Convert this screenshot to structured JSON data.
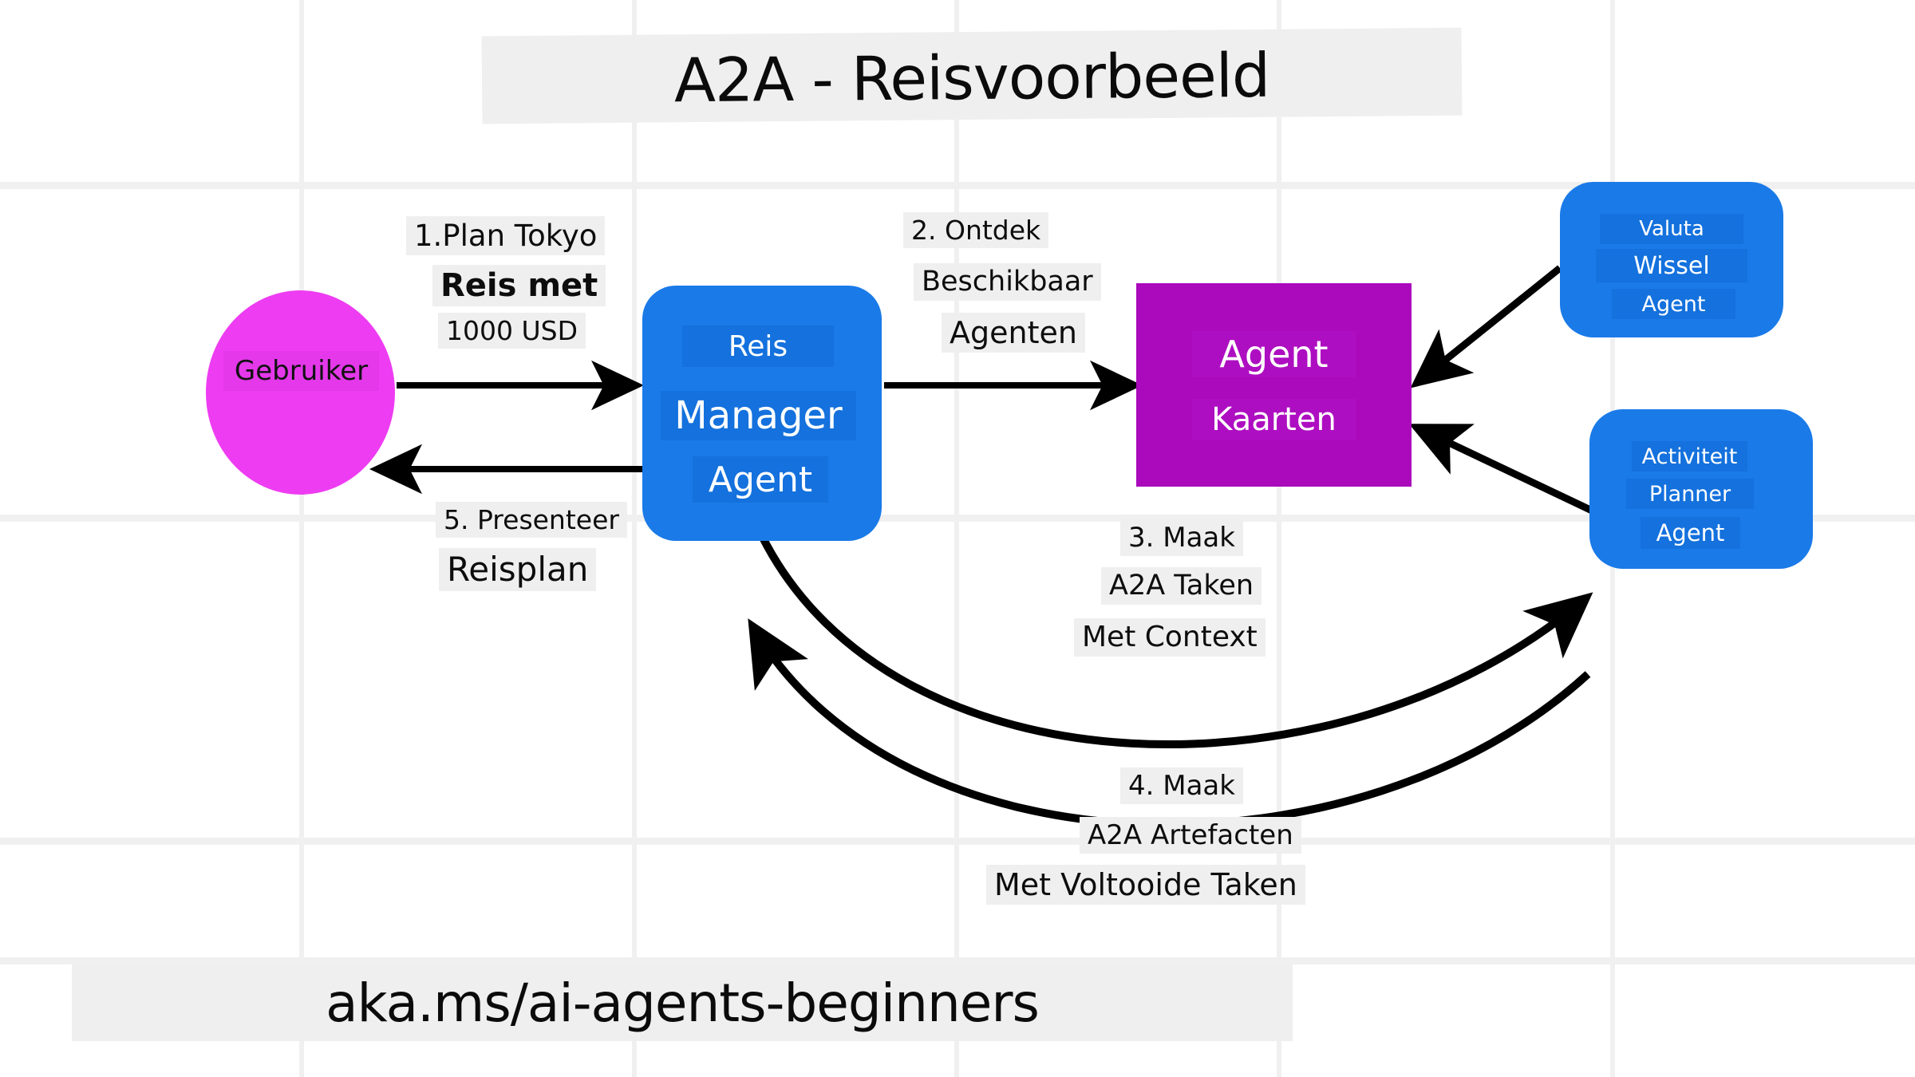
{
  "title": "A2A - Reisvoorbeeld",
  "footer_url": "aka.ms/ai-agents-beginners",
  "colors": {
    "user": "#ee3cf2",
    "agent_blue": "#1a7ae8",
    "cards_purple": "#aa0abc",
    "label_highlight": "#efefef",
    "arrow": "#000000",
    "grid": "#f0f0f0",
    "background": "#ffffff"
  },
  "nodes": {
    "user": {
      "label": "Gebruiker",
      "shape": "ellipse",
      "color": "#ee3cf2"
    },
    "trip_manager": {
      "lines": [
        "Reis",
        "Manager",
        "Agent"
      ],
      "shape": "rounded-rect",
      "color": "#1a7ae8"
    },
    "agent_cards": {
      "lines": [
        "Agent",
        "Kaarten"
      ],
      "shape": "rect",
      "color": "#aa0abc"
    },
    "currency_agent": {
      "lines": [
        "Valuta",
        "Wissel",
        "Agent"
      ],
      "shape": "rounded-rect",
      "color": "#1a7ae8"
    },
    "activity_agent": {
      "lines": [
        "Activiteit",
        "Planner",
        "Agent"
      ],
      "shape": "rounded-rect",
      "color": "#1a7ae8"
    }
  },
  "steps": [
    {
      "id": 1,
      "lines": [
        "1.Plan Tokyo",
        "Reis met",
        "1000 USD"
      ],
      "from": "user",
      "to": "trip_manager"
    },
    {
      "id": 2,
      "lines": [
        "2. Ontdek",
        "Beschikbaar",
        "Agenten"
      ],
      "from": "trip_manager",
      "to": "agent_cards"
    },
    {
      "id": 3,
      "lines": [
        "3. Maak",
        "A2A Taken",
        "Met Context"
      ],
      "from": "trip_manager",
      "to": "activity_agent"
    },
    {
      "id": 4,
      "lines": [
        "4. Maak",
        "A2A Artefacten",
        "Met Voltooide Taken"
      ],
      "from": "activity_agent",
      "to": "trip_manager"
    },
    {
      "id": 5,
      "lines": [
        "5. Presenteer",
        "Reisplan"
      ],
      "from": "trip_manager",
      "to": "user"
    }
  ],
  "edges": [
    {
      "name": "user-to-manager",
      "type": "straight-arrow",
      "direction": "right"
    },
    {
      "name": "manager-to-user",
      "type": "straight-arrow",
      "direction": "left"
    },
    {
      "name": "manager-to-cards",
      "type": "straight-arrow",
      "direction": "right"
    },
    {
      "name": "currency-to-cards",
      "type": "straight-arrow",
      "direction": "left-down"
    },
    {
      "name": "activity-to-cards",
      "type": "straight-arrow",
      "direction": "left-up"
    },
    {
      "name": "manager-to-activity",
      "type": "curved-arrow",
      "direction": "right"
    },
    {
      "name": "activity-to-manager",
      "type": "curved-arrow",
      "direction": "left"
    }
  ]
}
